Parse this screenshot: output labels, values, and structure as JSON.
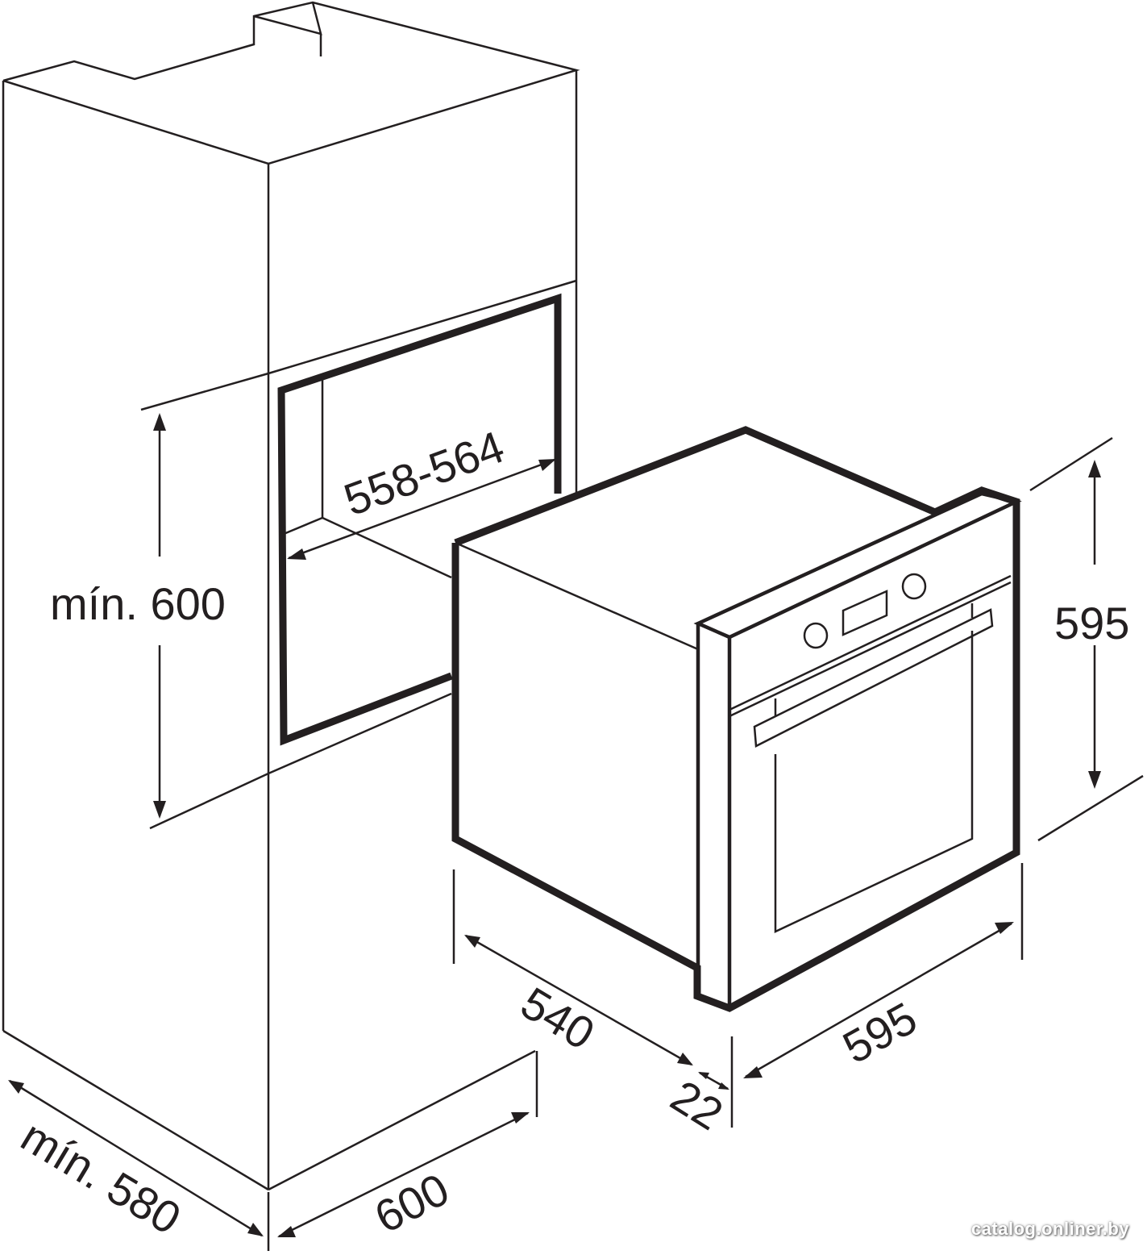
{
  "dimensions": {
    "niche_width": "558-564",
    "niche_height": "mín. 600",
    "cabinet_depth": "mín. 580",
    "cabinet_width": "600",
    "oven_height": "595",
    "oven_width": "595",
    "oven_depth": "540",
    "front_panel": "22"
  },
  "watermark": "catalog.onliner.by"
}
